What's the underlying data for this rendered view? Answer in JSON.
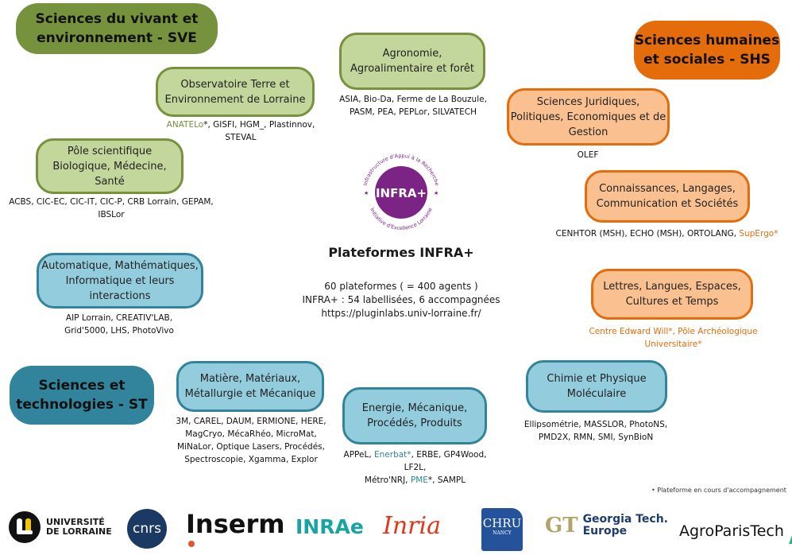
{
  "center": {
    "logo_text": "INFRA+",
    "logo_ring_top": "Infrastructure d'Appui à la Recherche",
    "logo_ring_bottom": "Initiative d'Excellence Lorraine",
    "title": "Plateformes INFRA+",
    "stats": [
      "60 plateformes ( = 400 agents )",
      "INFRA+ : 54 labellisées, 6 accompagnées",
      "https://pluginlabs.univ-lorraine.fr/"
    ]
  },
  "domains": {
    "sve": {
      "label_line1": "Sciences du vivant et",
      "label_line2": "environnement - SVE",
      "color": "#76923c",
      "light": "#c3d69b"
    },
    "shs": {
      "label_line1": "Sciences humaines",
      "label_line2": "et sociales - SHS",
      "color": "#e46c0a",
      "light": "#fac090"
    },
    "st": {
      "label_line1": "Sciences et",
      "label_line2": "technologies - ST",
      "color": "#31849b",
      "light": "#93cddd"
    }
  },
  "poles": {
    "agro": {
      "label_lines": [
        "Agronomie,",
        "Agroalimentaire et forêt"
      ],
      "platforms_lines": [
        "ASIA, Bio-Da, Ferme de La Bouzule,",
        "PASM, PEA, PEPLor,  SILVATECH"
      ]
    },
    "otelo": {
      "label_lines": [
        "Observatoire Terre et",
        "Environnement de Lorraine"
      ],
      "platforms_highlight": "ANATELo",
      "platforms_rest_line1": "*, GISFI, HGM_, Plastinnov,",
      "platforms_line2": "STEVAL"
    },
    "biomed": {
      "label_lines": [
        "Pôle scientifique",
        "Biologique, Médecine,",
        "Santé"
      ],
      "platforms_lines": [
        "ACBS, CIC-EC, CIC-IT, CIC-P, CRB Lorrain, GEPAM,",
        "IBSLor"
      ]
    },
    "sjpeg": {
      "label_lines": [
        "Sciences Juridiques,",
        "Politiques, Economiques et de",
        "Gestion"
      ],
      "platforms_lines": [
        "OLEF"
      ]
    },
    "clcs": {
      "label_lines": [
        "Connaissances, Langages,",
        "Communication et Sociétés"
      ],
      "platforms_plain": "CENHTOR (MSH), ECHO (MSH), ORTOLANG, ",
      "platforms_highlight": "SupErgo*"
    },
    "llect": {
      "label_lines": [
        "Lettres, Langues, Espaces,",
        "Cultures et Temps"
      ],
      "platforms_lines": [
        "Centre Edward Will*, Pôle Archéologique",
        "Universitaire*"
      ]
    },
    "amii": {
      "label_lines": [
        "Automatique, Mathématiques,",
        "Informatique et leurs",
        "interactions"
      ],
      "platforms_lines": [
        "AIP Lorrain, CREATIV'LAB,",
        "Grid'5000, LHS, PhotoVivo"
      ]
    },
    "m4": {
      "label_lines": [
        "Matière, Matériaux,",
        "Métallurgie et Mécanique"
      ],
      "platforms_lines": [
        "3M, CAREL, DAUM, ERMIONE, HERE,",
        "MagCryo, MécaRhéo, MicroMat,",
        "MiNaLor, Optique Lasers, Procédés,",
        "Spectroscopie, Xgamma, Explor"
      ]
    },
    "emppp": {
      "label_lines": [
        "Energie, Mécanique,",
        "Procédés, Produits"
      ],
      "p1_a": "APPeL, ",
      "p1_hl": "Enerbat*",
      "p1_b": ", ERBE, GP4Wood, LF2L,",
      "p2_a": "Métro'NRJ, ",
      "p2_hl": "PME",
      "p2_b": "*, SAMPL"
    },
    "cpm": {
      "label_lines": [
        "Chimie et Physique",
        "Moléculaire"
      ],
      "platforms_lines": [
        "Ellipsométrie, MASSLOR, PhotoNS,",
        "PMD2X, RMN, SMI, SynBioN"
      ]
    }
  },
  "footnote": "•  Plateforme en cours d'accompagnement",
  "partners": {
    "ul_line1": "UNIVERSITÉ",
    "ul_line2": "DE LORRAINE",
    "cnrs": "cnrs",
    "inserm": "Inserm",
    "inrae": "INRAe",
    "inria": "Inria",
    "chru": "CHRU",
    "chru_sub": "NANCY",
    "gt_mark": "GT",
    "gt_line1": "Georgia Tech.",
    "gt_line2": "Europe",
    "agro": "AgroParisTech"
  }
}
